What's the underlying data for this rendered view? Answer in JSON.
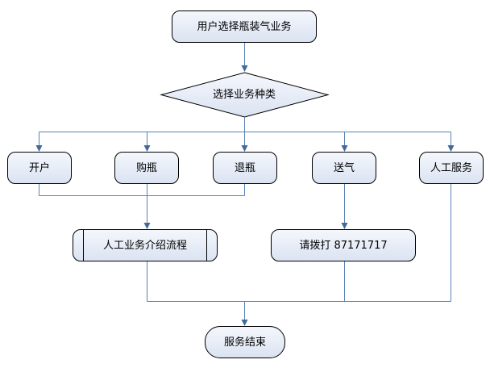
{
  "flowchart": {
    "start": {
      "label": "用户选择瓶装气业务"
    },
    "decision": {
      "label": "选择业务种类"
    },
    "branches": [
      {
        "label": "开户"
      },
      {
        "label": "购瓶"
      },
      {
        "label": "退瓶"
      },
      {
        "label": "送气"
      },
      {
        "label": "人工服务"
      }
    ],
    "process_intro": {
      "label": "人工业务介绍流程"
    },
    "call": {
      "label": "请拨打 87171717"
    },
    "end": {
      "label": "服务结束"
    }
  },
  "colors": {
    "background": "#ffffff",
    "connector": "#5b82b6",
    "arrowhead": "#41699c",
    "node_border": "#000000",
    "node_fill_top": "#f4f7fc",
    "node_fill_bottom": "#dbe3f2"
  }
}
